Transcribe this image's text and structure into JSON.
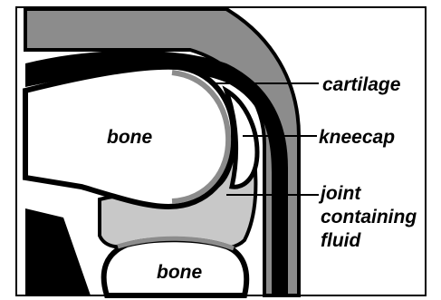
{
  "labels": {
    "bone_upper": "bone",
    "bone_lower": "bone",
    "cartilage": "cartilage",
    "kneecap": "kneecap",
    "joint_line1": "joint",
    "joint_line2": "containing",
    "joint_line3": "fluid"
  },
  "colors": {
    "background": "#ffffff",
    "tissue_gray": "#8c8c8c",
    "joint_fluid": "#c8c8c8",
    "outline": "#000000",
    "bone": "#ffffff"
  }
}
